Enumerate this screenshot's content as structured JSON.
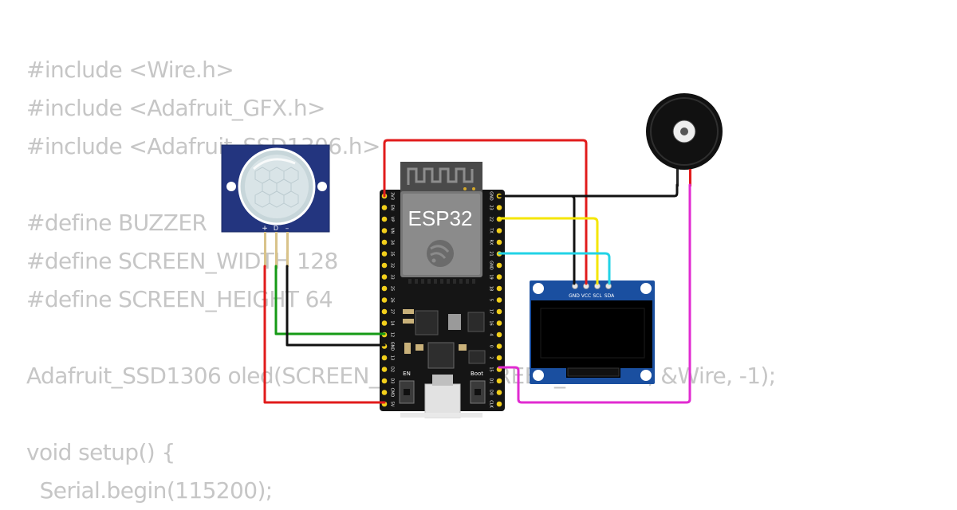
{
  "code_lines": [
    "#include <Wire.h>",
    "#include <Adafruit_GFX.h>",
    "#include <Adafruit_SSD1306.h>",
    "",
    "#define BUZZER",
    "#define SCREEN_WIDTH 128",
    "#define SCREEN_HEIGHT 64",
    "",
    "Adafruit_SSD1306 oled(SCREEN_WIDTH, SCREEN_HEIGHT, &Wire, -1);",
    "",
    "void setup() {",
    "  Serial.begin(115200);"
  ],
  "esp32": {
    "title": "ESP32",
    "en_label": "EN",
    "boot_label": "Boot",
    "left_pins": [
      "3V3",
      "EN",
      "VP",
      "VN",
      "34",
      "35",
      "32",
      "33",
      "25",
      "26",
      "27",
      "14",
      "12",
      "GND",
      "13",
      "D2",
      "D3",
      "CMD",
      "5V"
    ],
    "right_pins": [
      "GND",
      "23",
      "22",
      "TX",
      "RX",
      "21",
      "GND",
      "19",
      "18",
      "5",
      "17",
      "16",
      "4",
      "0",
      "2",
      "15",
      "D1",
      "D0",
      "CLK"
    ]
  },
  "pir": {
    "pins": [
      "+",
      "D",
      "–"
    ]
  },
  "oled": {
    "pins": [
      "GND",
      "VCC",
      "SCL",
      "SDA"
    ]
  },
  "wire_colors": {
    "power": "#e11b1b",
    "ground": "#111111",
    "scl": "#f5e600",
    "sda": "#22d3e6",
    "signal": "#159a15",
    "buzzer": "#e12bd1"
  }
}
